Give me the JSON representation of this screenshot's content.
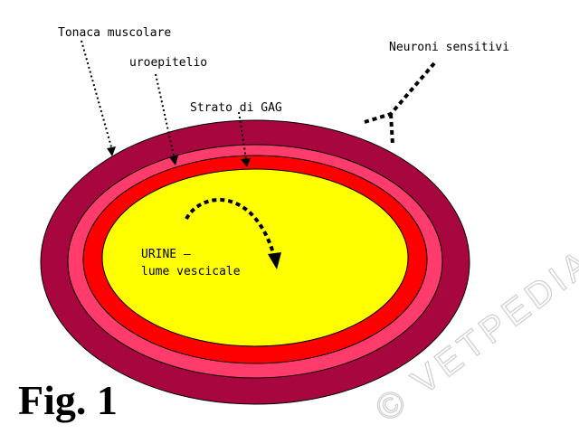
{
  "labels": {
    "tonaca": "Tonaca muscolare",
    "uroepitelio": "uroepitelio",
    "gag": "Strato di GAG",
    "neuroni": "Neuroni sensitivi",
    "urine_line1": "URINE –",
    "urine_line2": "lume vescicale"
  },
  "figure_label": "Fig. 1",
  "watermark": "© VETPEDIA",
  "layers": [
    {
      "name": "Tonaca muscolare",
      "color": "#a8063f"
    },
    {
      "name": "uroepitelio",
      "color": "#ff3c6c"
    },
    {
      "name": "Strato di GAG",
      "color": "#ff0000"
    },
    {
      "name": "URINE – lume vescicale",
      "color": "#ffff00"
    }
  ]
}
